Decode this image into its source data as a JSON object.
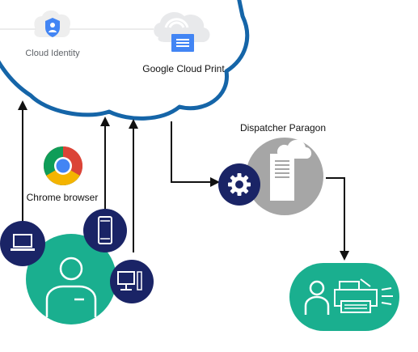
{
  "labels": {
    "cloud_identity": "Cloud Identity",
    "google_cloud_print": "Google Cloud Print",
    "chrome_browser": "Chrome browser",
    "dispatcher_paragon": "Dispatcher Paragon"
  },
  "colors": {
    "cloud_outline": "#1565a8",
    "navy": "#1a2466",
    "teal": "#1aaf8f",
    "server_gray": "#a6a6a6",
    "arrow": "#111111",
    "google_blue": "#4285f4",
    "cloud_gray": "#e8e9eb"
  },
  "icons": [
    "cloud-identity-shield-icon",
    "cloud-print-icon",
    "chrome-logo-icon",
    "laptop-icon",
    "smartphone-icon",
    "desktop-computer-icon",
    "user-icon",
    "gear-icon",
    "server-icon",
    "person-icon",
    "printer-icon"
  ]
}
